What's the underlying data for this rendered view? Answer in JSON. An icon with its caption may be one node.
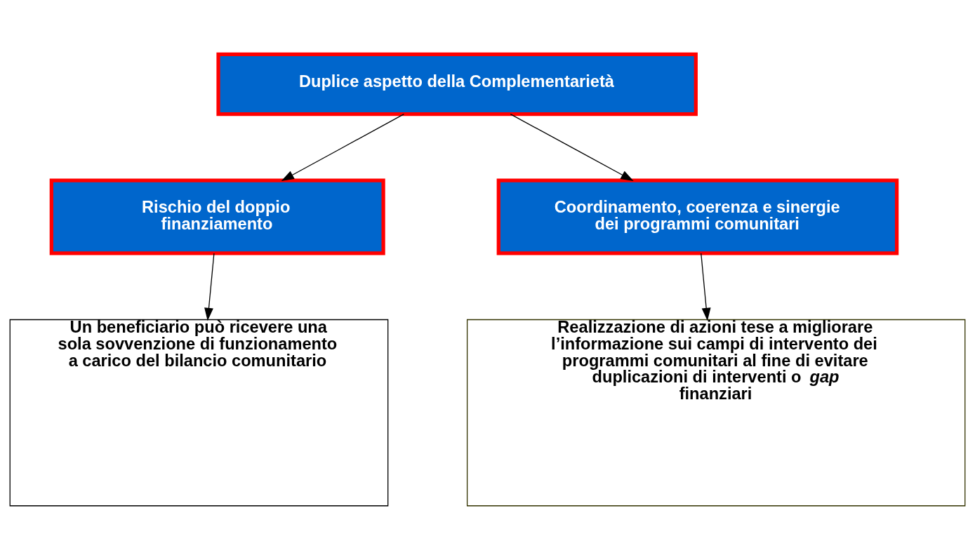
{
  "diagram": {
    "nodes": [
      {
        "text": [
          "Duplice aspetto della Complementarietà"
        ]
      },
      {
        "text": [
          "Rischio del doppio finanziamento"
        ]
      },
      {
        "text": [
          "Coordinamento, coerenza e sinergie dei programmi comunitari"
        ]
      },
      {
        "text": [
          "Un beneficiario può ricevere una sola sovvenzione di funzionamento a carico del bilancio comunitario"
        ]
      },
      {
        "text": [
          "Realizzazione di azioni tese a migliorare l’informazione sui campi di intervento dei programmi comunitari al fine di evitare duplicazioni di interventi o *gap* finanziari"
        ]
      }
    ],
    "edges": [
      {
        "from": 0,
        "to": 1,
        "arrow": "to"
      },
      {
        "from": 0,
        "to": 2,
        "arrow": "to"
      },
      {
        "from": 1,
        "to": 3,
        "arrow": "to"
      },
      {
        "from": 2,
        "to": 4,
        "arrow": "to"
      }
    ]
  }
}
